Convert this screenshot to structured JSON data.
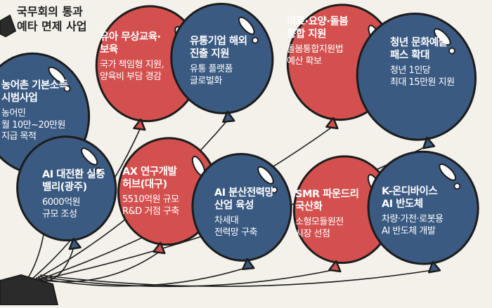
{
  "title": {
    "line1": "국무회의 통과",
    "line2": "예타 면제 사업"
  },
  "colors": {
    "blue": "#3a5a82",
    "red": "#d4504f",
    "outline": "#1c1c1c",
    "background": "#f4f1ea"
  },
  "balloons": [
    {
      "color": "blue",
      "title": [
        "농어촌 기본소득",
        "시범사업"
      ],
      "desc": [
        "농어민",
        "월 10만~20만원",
        "지급 목적"
      ]
    },
    {
      "color": "red",
      "title": [
        "유아 무상교육·",
        "보육"
      ],
      "desc": [
        "국가 책임형 지원,",
        "양육비 부담 경감"
      ]
    },
    {
      "color": "blue",
      "title": [
        "유통기업 해외",
        "진출 지원"
      ],
      "desc": [
        "유통 플랫폼",
        "글로벌화"
      ]
    },
    {
      "color": "red",
      "title": [
        "의료·요양·돌봄",
        "통합 지원"
      ],
      "desc": [
        "돌봄통합지원법",
        "예산 확보"
      ]
    },
    {
      "color": "blue",
      "title": [
        "청년 문화예술",
        "패스 확대"
      ],
      "desc": [
        "청년 1인당",
        "최대 15만원 지원"
      ]
    },
    {
      "color": "blue",
      "title": [
        "AI 대전환 실증",
        "밸리(광주)"
      ],
      "desc": [
        "6000억원",
        "규모 조성"
      ]
    },
    {
      "color": "red",
      "title": [
        "AX 연구개발",
        "허브(대구)"
      ],
      "desc": [
        "5510억원 규모",
        "R&D 거점 구축"
      ]
    },
    {
      "color": "blue",
      "title": [
        "AI 분산전력망",
        "산업 육성"
      ],
      "desc": [
        "차세대",
        "전력망 구축"
      ]
    },
    {
      "color": "red",
      "title": [
        "SMR 파운드리",
        "국산화"
      ],
      "desc": [
        "소형모듈원전",
        "시장 선점"
      ]
    },
    {
      "color": "blue",
      "title": [
        "K-온디바이스",
        "AI 반도체"
      ],
      "desc": [
        "차량·가전·로봇용",
        "AI 반도체 개발"
      ]
    }
  ]
}
